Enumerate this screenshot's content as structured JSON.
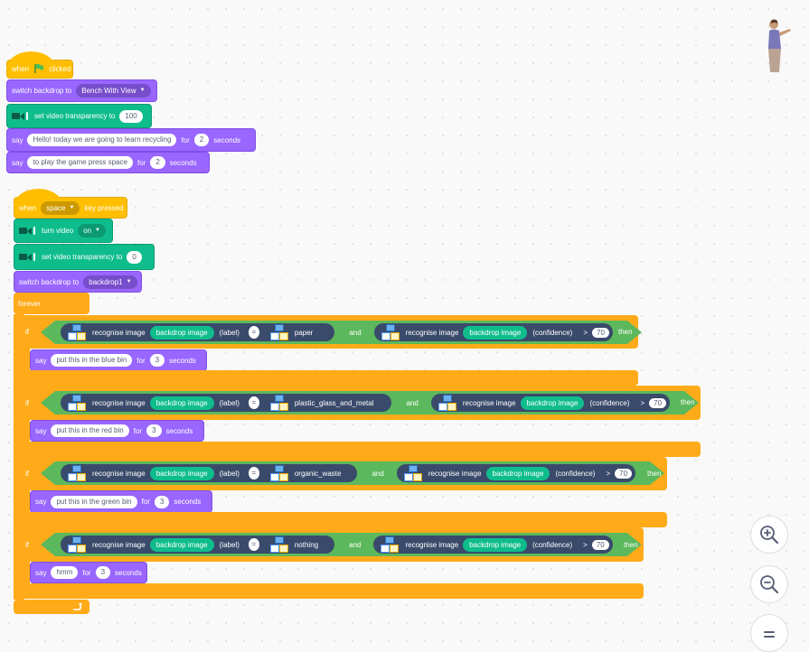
{
  "colors": {
    "events": "#ffbf00",
    "looks": "#9966ff",
    "video": "#0fbd8c",
    "ml": "#5cb85c",
    "control": "#ffab19"
  },
  "script1": {
    "hat": {
      "when": "when",
      "clicked": "clicked",
      "icon": "green-flag-icon"
    },
    "backdrop": {
      "label": "switch backdrop to",
      "value": "Bench With View"
    },
    "transparency": {
      "label": "set video transparency to",
      "value": "100"
    },
    "say1": {
      "label": "say",
      "text": "Hello! today we are going to learn recycling",
      "for": "for",
      "secs": "2",
      "seconds": "seconds"
    },
    "say2": {
      "label": "say",
      "text": "to play the game press space",
      "for": "for",
      "secs": "2",
      "seconds": "seconds"
    }
  },
  "script2": {
    "hat": {
      "when": "when",
      "key": "space",
      "pressed": "key pressed"
    },
    "turn_video": {
      "label": "turn video",
      "value": "on"
    },
    "transparency": {
      "label": "set video transparency to",
      "value": "0"
    },
    "backdrop": {
      "label": "switch backdrop to",
      "value": "backdrop1"
    },
    "forever": "forever",
    "if_blocks": [
      {
        "if": "if",
        "recognise": "recognise image",
        "menu": "backdrop image",
        "attr": "(label)",
        "eq": "=",
        "category": "paper",
        "and": "and",
        "recognise2": "recognise image",
        "menu2": "backdrop image",
        "attr2": "(confidence)",
        "gt": ">",
        "threshold": "70",
        "then": "then",
        "say": {
          "label": "say",
          "text": "put this in the blue bin",
          "for": "for",
          "secs": "3",
          "seconds": "seconds"
        }
      },
      {
        "if": "if",
        "recognise": "recognise image",
        "menu": "backdrop image",
        "attr": "(label)",
        "eq": "=",
        "category": "plastic_glass_and_metal",
        "and": "and",
        "recognise2": "recognise image",
        "menu2": "backdrop image",
        "attr2": "(confidence)",
        "gt": ">",
        "threshold": "70",
        "then": "then",
        "say": {
          "label": "say",
          "text": "put this in the red bin",
          "for": "for",
          "secs": "3",
          "seconds": "seconds"
        }
      },
      {
        "if": "if",
        "recognise": "recognise image",
        "menu": "backdrop image",
        "attr": "(label)",
        "eq": "=",
        "category": "organic_waste",
        "and": "and",
        "recognise2": "recognise image",
        "menu2": "backdrop image",
        "attr2": "(confidence)",
        "gt": ">",
        "threshold": "70",
        "then": "then",
        "say": {
          "label": "say",
          "text": "put this in the green bin",
          "for": "for",
          "secs": "3",
          "seconds": "seconds"
        }
      },
      {
        "if": "if",
        "recognise": "recognise image",
        "menu": "backdrop image",
        "attr": "(label)",
        "eq": "=",
        "category": "nothing",
        "and": "and",
        "recognise2": "recognise image",
        "menu2": "backdrop image",
        "attr2": "(confidence)",
        "gt": ">",
        "threshold": "70",
        "then": "then",
        "say": {
          "label": "say",
          "text": "hmm",
          "for": "for",
          "secs": "3",
          "seconds": "seconds"
        }
      }
    ]
  },
  "zoom": {
    "in_icon": "zoom-in-icon",
    "out_icon": "zoom-out-icon",
    "reset_icon": "zoom-reset-icon"
  },
  "sprite": {
    "icon": "sprite-thumbnail-icon"
  }
}
